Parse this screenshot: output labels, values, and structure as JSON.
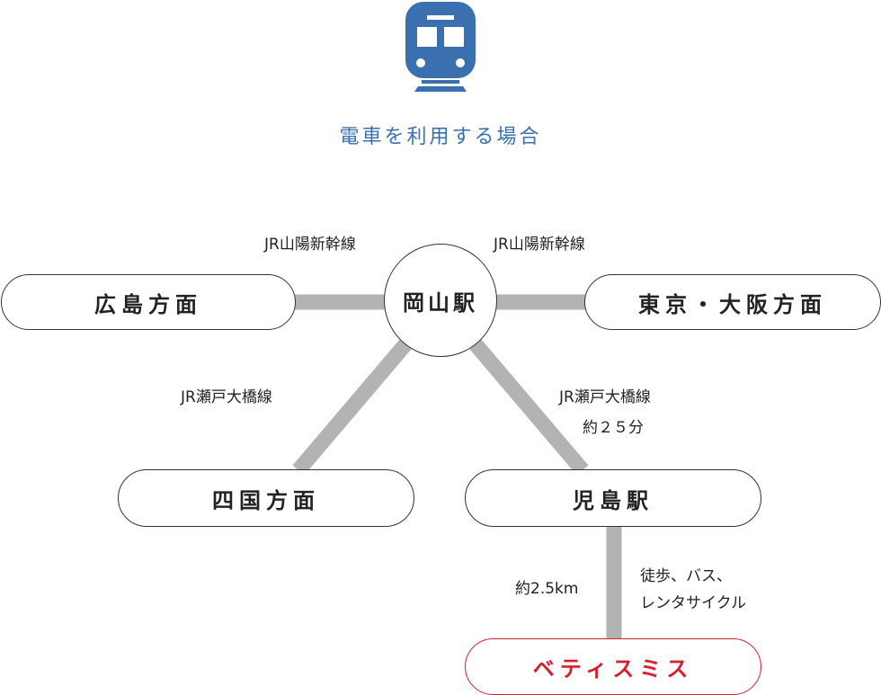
{
  "header": {
    "icon": "train-icon",
    "title": "電車を利用する場合",
    "title_color": "#3a6fb0"
  },
  "colors": {
    "line": "#b3b3b3",
    "node_border": "#333333",
    "destination": "#d81e2c"
  },
  "nodes": {
    "hub": "岡山駅",
    "hiroshima": "広島方面",
    "tokyo_osaka": "東京・大阪方面",
    "shikoku": "四国方面",
    "kojima": "児島駅",
    "destination": "ベティスミス"
  },
  "routes": {
    "sanyo_left": "JR山陽新幹線",
    "sanyo_right": "JR山陽新幹線",
    "seto_left": "JR瀬戸大橋線",
    "seto_right": "JR瀬戸大橋線",
    "seto_right_time": "約２５分",
    "distance": "約2.5km",
    "access_line1": "徒歩、バス、",
    "access_line2": "レンタサイクル"
  }
}
